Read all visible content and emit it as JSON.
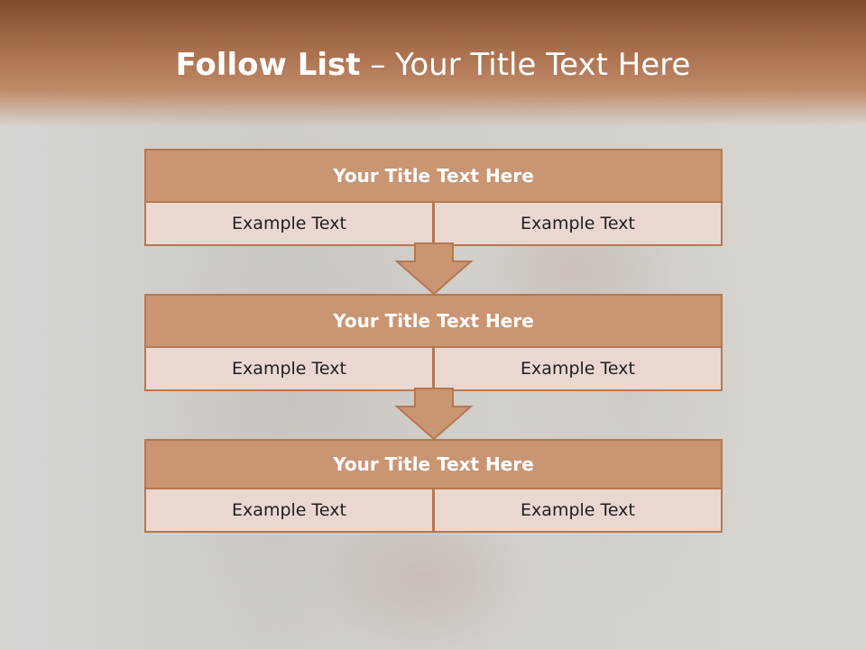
{
  "slide": {
    "title_bold": "Follow List",
    "title_rest": " – Your Title Text Here",
    "colors": {
      "header": "#a9704e",
      "box_title": "#c99573",
      "box_cell": "#ead8d0",
      "border": "#b57852"
    }
  },
  "blocks": [
    {
      "title": "Your Title Text Here",
      "left": "Example Text",
      "right": "Example Text"
    },
    {
      "title": "Your Title Text Here",
      "left": "Example Text",
      "right": "Example Text"
    },
    {
      "title": "Your Title Text Here",
      "left": "Example Text",
      "right": "Example Text"
    }
  ]
}
